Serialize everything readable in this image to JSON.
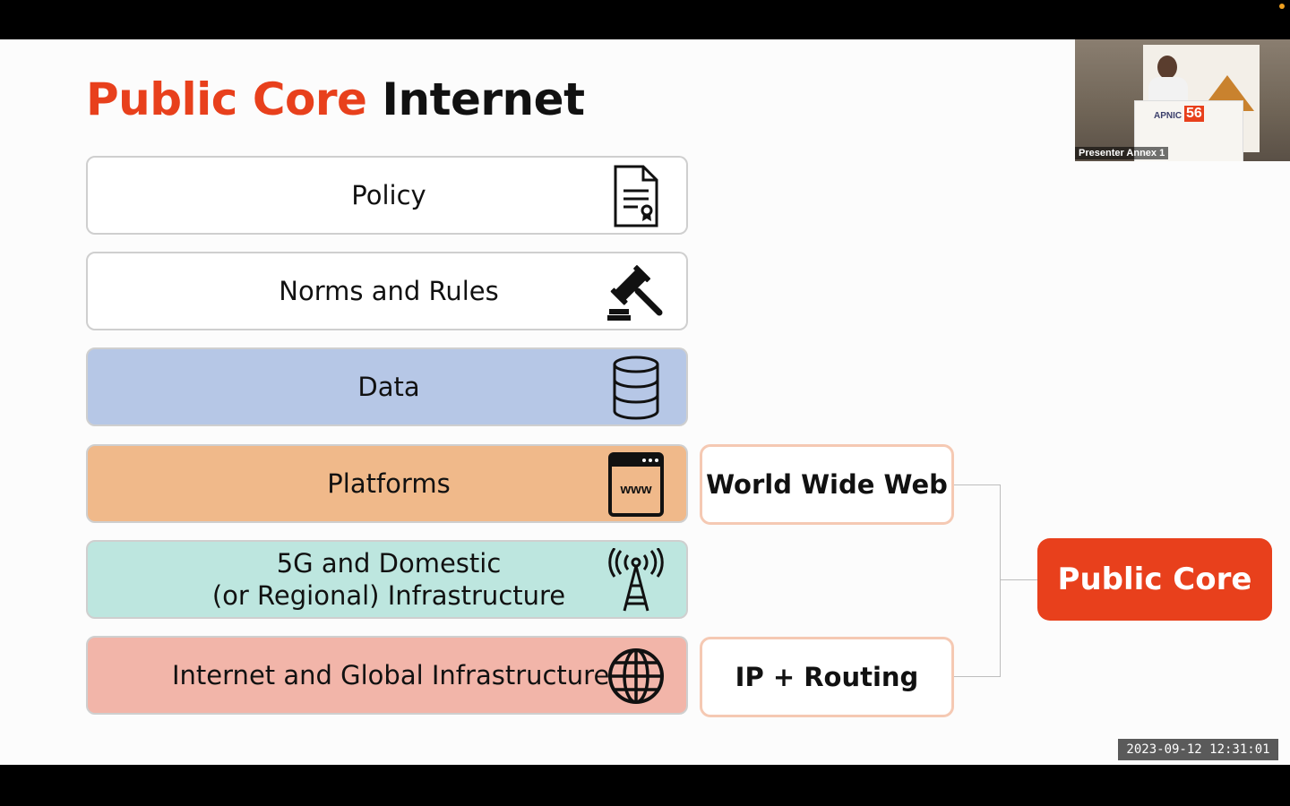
{
  "slide": {
    "title_highlight": "Public Core",
    "title_rest": " Internet",
    "layers": [
      {
        "label": "Policy",
        "icon": "policy-document-icon",
        "color": "#ffffff"
      },
      {
        "label": "Norms and Rules",
        "icon": "gavel-icon",
        "color": "#ffffff"
      },
      {
        "label": "Data",
        "icon": "database-icon",
        "color": "#b6c7e6"
      },
      {
        "label": "Platforms",
        "icon": "www-browser-icon",
        "color": "#f0b98a"
      },
      {
        "label_line1": "5G and Domestic",
        "label_line2": "(or Regional) Infrastructure",
        "icon": "radio-tower-icon",
        "color": "#bde6df"
      },
      {
        "label": "Internet and Global Infrastructure",
        "icon": "globe-icon",
        "color": "#f2b5a9"
      }
    ],
    "side_boxes": {
      "www": "World Wide Web",
      "ip": "IP + Routing"
    },
    "core_label": "Public Core",
    "accent_color": "#e8401c"
  },
  "video": {
    "presenter_name": "Presenter Annex 1",
    "podium_brand": "APNIC",
    "podium_number": "56"
  },
  "timestamp": "2023-09-12  12:31:01"
}
